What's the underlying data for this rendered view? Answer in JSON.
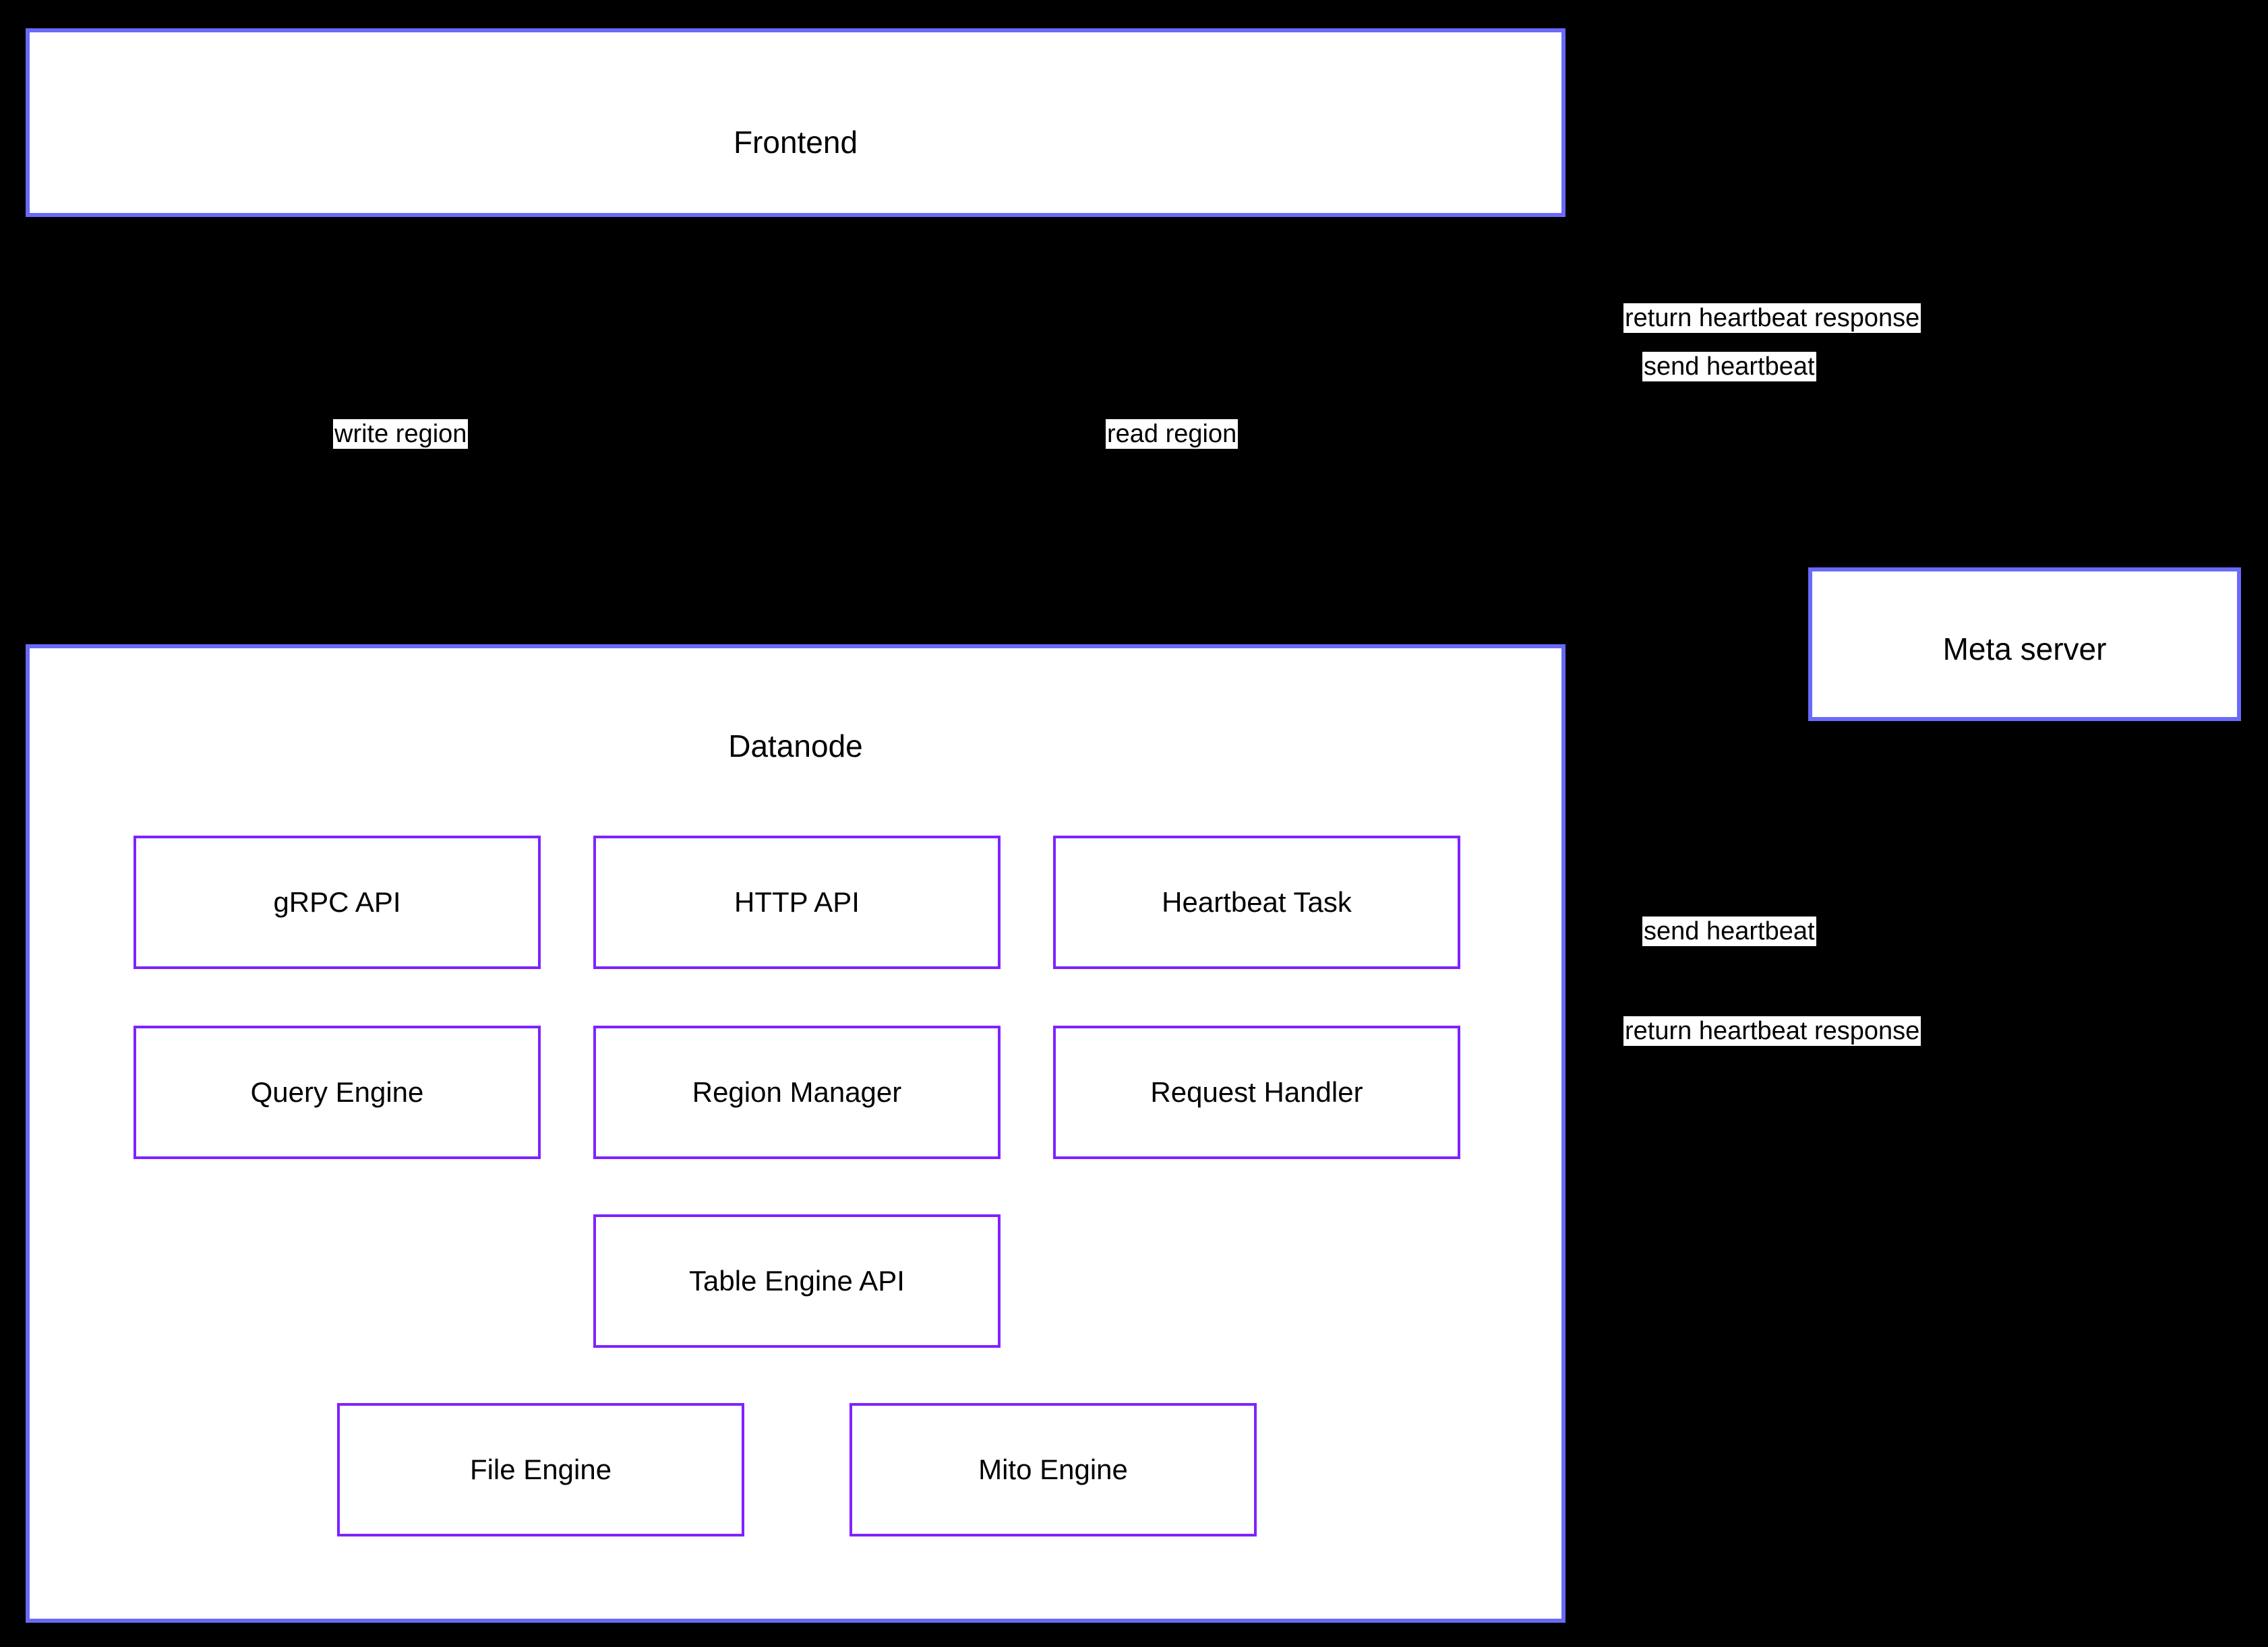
{
  "diagram": {
    "background_color": "#000000",
    "container_border_color": "#6a6afa",
    "component_border_color": "#7f22fe",
    "box_fill_color": "#ffffff",
    "text_color": "#000000"
  },
  "nodes": {
    "frontend": {
      "title": "Frontend"
    },
    "datanode": {
      "title": "Datanode"
    },
    "meta_server": {
      "title": "Meta server"
    }
  },
  "components": [
    {
      "label": "gRPC API"
    },
    {
      "label": "HTTP API"
    },
    {
      "label": "Heartbeat Task"
    },
    {
      "label": "Query Engine"
    },
    {
      "label": "Region Manager"
    },
    {
      "label": "Request Handler"
    },
    {
      "label": "Table Engine API"
    },
    {
      "label": "File Engine"
    },
    {
      "label": "Mito Engine"
    }
  ],
  "edge_labels": {
    "write_region": "write region",
    "read_region": "read region",
    "return_heartbeat_response_top": "return heartbeat response",
    "send_heartbeat_top": "send heartbeat",
    "send_heartbeat_bottom": "send heartbeat",
    "return_heartbeat_response_bottom": "return heartbeat response"
  }
}
